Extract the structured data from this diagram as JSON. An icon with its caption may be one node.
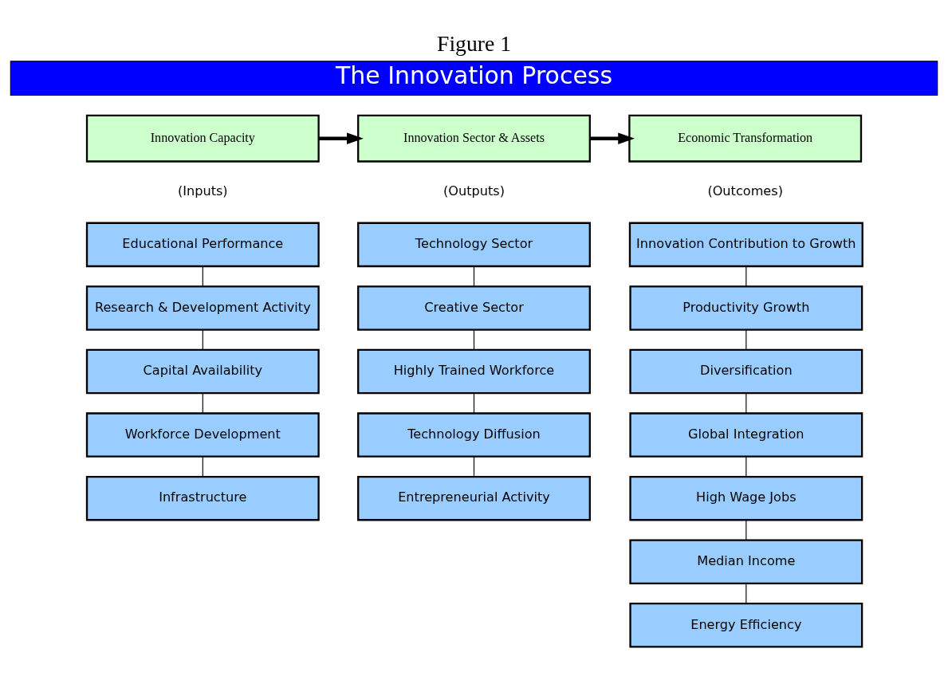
{
  "diagram": {
    "title": "Figure 1",
    "nodes": [
      {
        "text": [
          "The Innovation Process"
        ]
      },
      {
        "text": [
          "Innovation Capacity"
        ],
        "beside": [
          "(Inputs)"
        ]
      },
      {
        "text": [
          "Innovation Sector & Assets"
        ],
        "beside": [
          "(Outputs)"
        ]
      },
      {
        "text": [
          "Economic Transformation"
        ],
        "beside": [
          "(Outcomes)"
        ]
      },
      {
        "text": [
          "Educational Performance"
        ]
      },
      {
        "text": [
          "Research & Development Activity"
        ]
      },
      {
        "text": [
          "Capital Availability"
        ]
      },
      {
        "text": [
          "Workforce Development"
        ]
      },
      {
        "text": [
          "Infrastructure"
        ]
      },
      {
        "text": [
          "Technology Sector"
        ]
      },
      {
        "text": [
          "Creative Sector"
        ]
      },
      {
        "text": [
          "Highly Trained Workforce"
        ]
      },
      {
        "text": [
          "Technology Diffusion"
        ]
      },
      {
        "text": [
          "Entrepreneurial Activity"
        ]
      },
      {
        "text": [
          "Innovation Contribution to Growth"
        ]
      },
      {
        "text": [
          "Productivity Growth"
        ]
      },
      {
        "text": [
          "Diversification"
        ]
      },
      {
        "text": [
          "Global Integration"
        ]
      },
      {
        "text": [
          "High Wage Jobs"
        ]
      },
      {
        "text": [
          "Median Income"
        ]
      },
      {
        "text": [
          "Energy Efficiency"
        ]
      }
    ],
    "edges": [
      {
        "from": 1,
        "to": 2,
        "arrow": "to",
        "style": "thick"
      },
      {
        "from": 2,
        "to": 3,
        "arrow": "to",
        "style": "thick"
      },
      {
        "from": 4,
        "to": 5,
        "arrow": "none"
      },
      {
        "from": 5,
        "to": 6,
        "arrow": "none"
      },
      {
        "from": 6,
        "to": 7,
        "arrow": "none"
      },
      {
        "from": 7,
        "to": 8,
        "arrow": "none"
      },
      {
        "from": 9,
        "to": 10,
        "arrow": "none"
      },
      {
        "from": 10,
        "to": 11,
        "arrow": "none"
      },
      {
        "from": 11,
        "to": 12,
        "arrow": "none"
      },
      {
        "from": 12,
        "to": 13,
        "arrow": "none"
      },
      {
        "from": 14,
        "to": 15,
        "arrow": "none"
      },
      {
        "from": 15,
        "to": 16,
        "arrow": "none"
      },
      {
        "from": 16,
        "to": 17,
        "arrow": "none"
      },
      {
        "from": 17,
        "to": 18,
        "arrow": "none"
      },
      {
        "from": 18,
        "to": 19,
        "arrow": "none"
      },
      {
        "from": 19,
        "to": 20,
        "arrow": "none"
      }
    ]
  }
}
